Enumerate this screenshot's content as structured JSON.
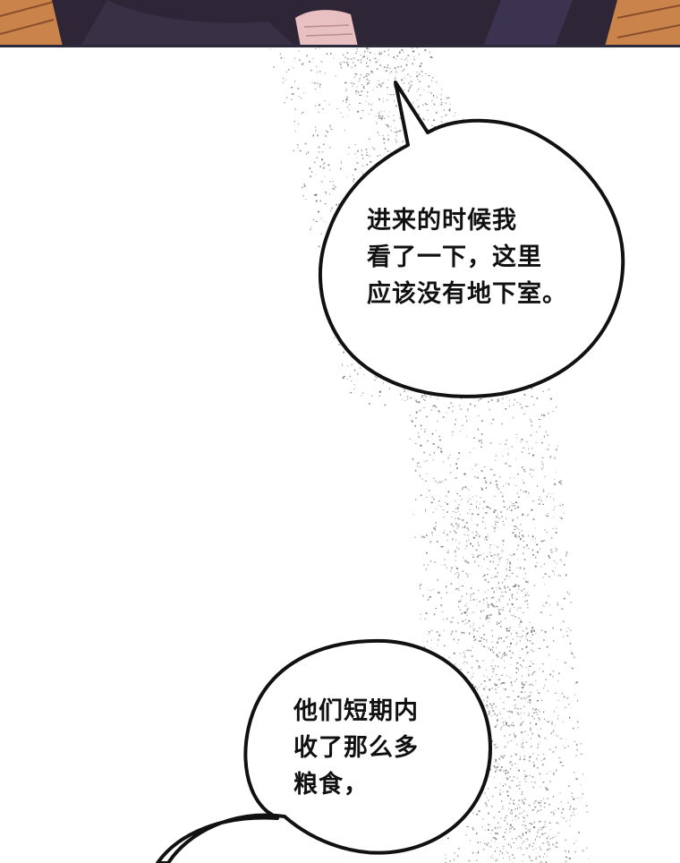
{
  "panel_top": {
    "colors": {
      "floor": "#c9834b",
      "floor_line": "#8a4f2a",
      "dark_fabric": "#2e2537",
      "hand_skin": "#e9c0c2",
      "border": "#2b2a3b"
    }
  },
  "speech_bubbles": [
    {
      "lines": [
        "进来的时候我",
        "看了一下，这里",
        "应该没有地下室。"
      ]
    },
    {
      "lines": [
        "他们短期内",
        "收了那么多",
        "粮食，"
      ]
    }
  ],
  "colors": {
    "background": "#ffffff",
    "bubble_fill": "#ffffff",
    "bubble_outline": "#111111",
    "text": "#111111",
    "speckle": "#6f6f78"
  }
}
